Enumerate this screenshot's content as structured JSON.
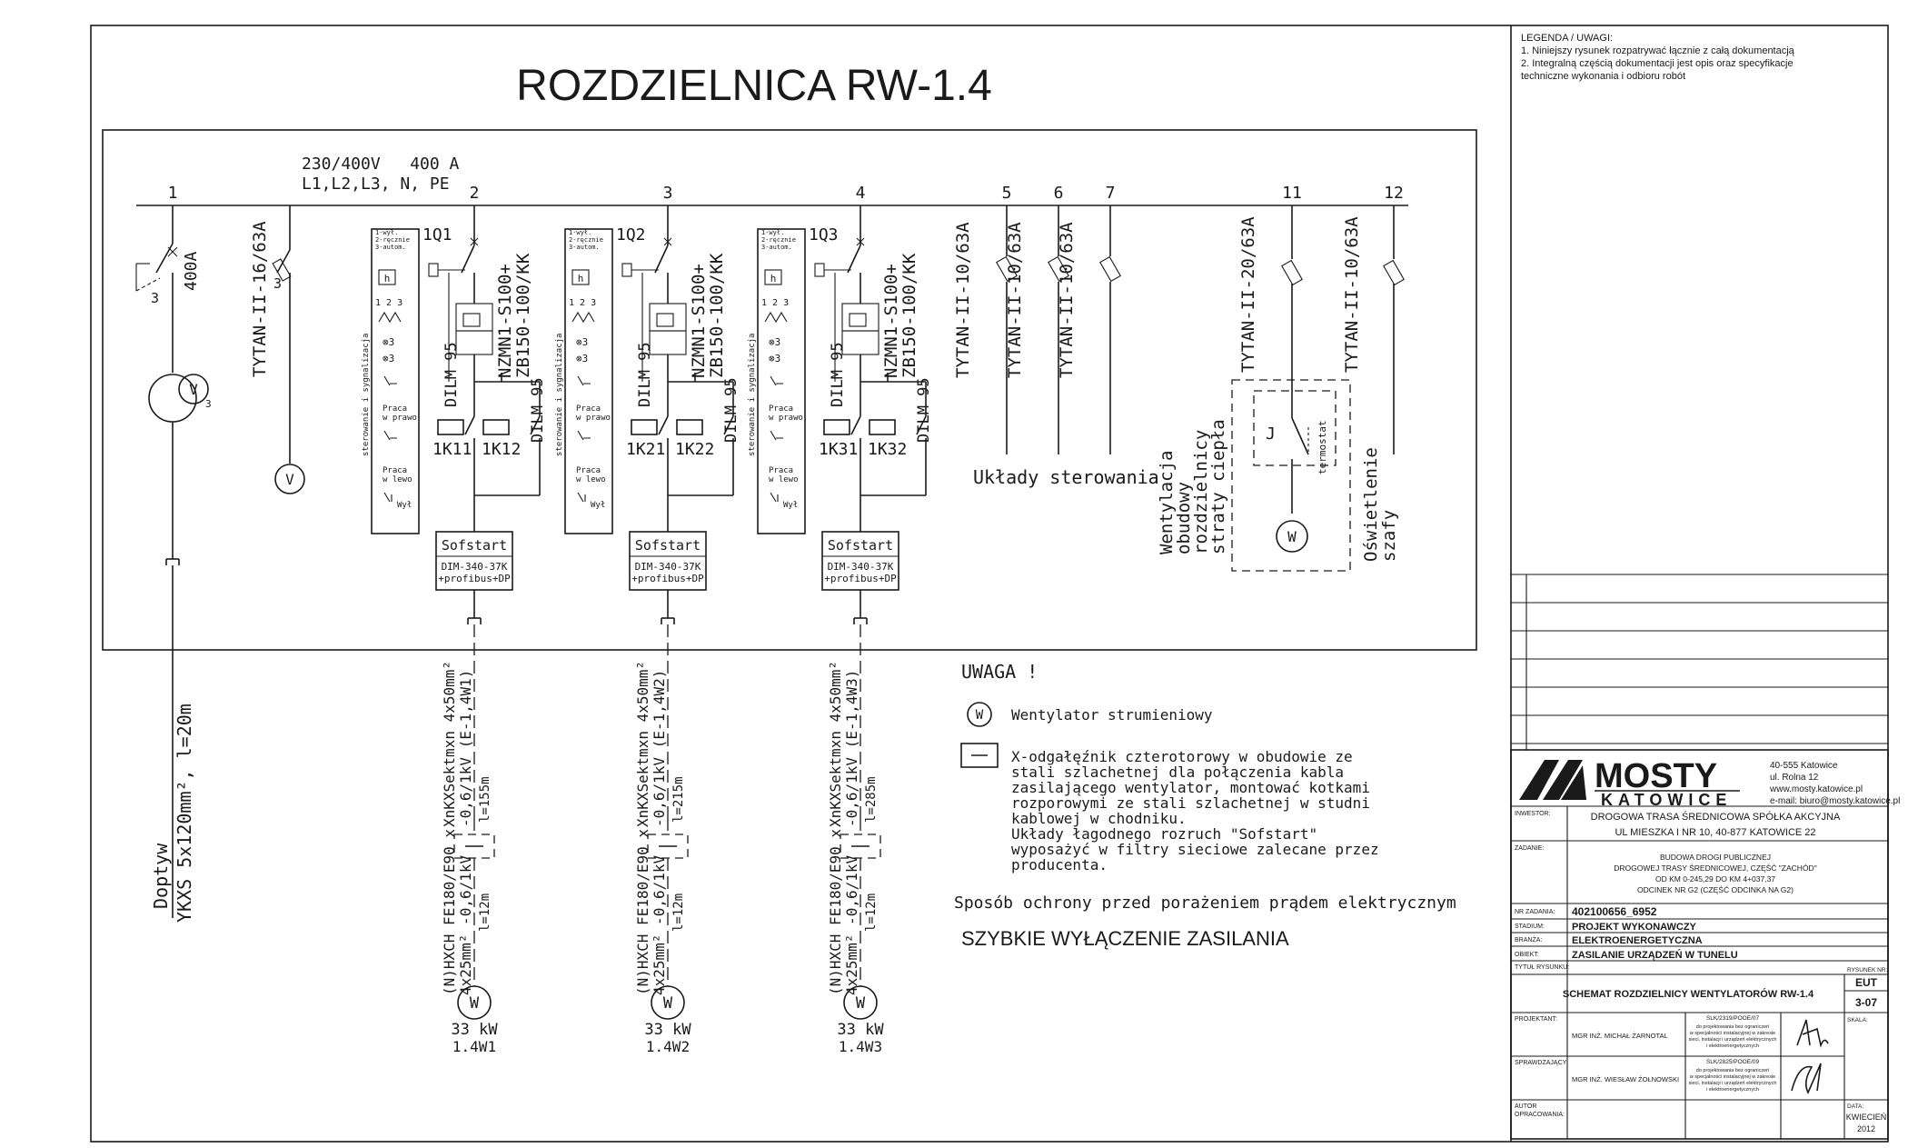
{
  "title": "ROZDZIELNICA RW-1.4",
  "supply": {
    "voltage": "230/400V   400 A",
    "phases": "L1,L2,L3, N, PE"
  },
  "circuit_numbers": [
    "1",
    "2",
    "3",
    "4",
    "5",
    "6",
    "7",
    "11",
    "12"
  ],
  "main_switch": {
    "pole": "3",
    "rating": "400A"
  },
  "voltmeter_breaker": {
    "pole": "3",
    "label": "TYTAN-II-16/63A"
  },
  "meter_symbols": {
    "voltmeter": "V",
    "selector": "V",
    "selector_pos": "3"
  },
  "feed_cable": {
    "name": "Doptyw",
    "spec": "YKXS 5x120mm², l=20m"
  },
  "control_panel": {
    "title": "sterowanie i sygnalizacja",
    "legend": [
      "1-wył.",
      "2-ręcznie",
      "3-autom."
    ],
    "legend_icon": "h",
    "positions": "1 2 3",
    "lamp_a": "⊗3",
    "lamp_b": "⊗3",
    "work_right": [
      "Praca",
      "w prawo"
    ],
    "work_left": [
      "Praca",
      "w lewo"
    ],
    "off": "Wył"
  },
  "motor_feeders": [
    {
      "number": "2",
      "breaker": "1Q1",
      "breaker_type": [
        "NZMN1-S100+",
        "ZB150-100/KK"
      ],
      "contactor_type": "DILM 95",
      "contactor_a": "1K11",
      "contactor_b": "1K12",
      "softstart": "Sofstart",
      "softstart_type": [
        "DIM-340-37K",
        "+profibus+DP"
      ],
      "cable_outer": [
        "XnKXSektmxn 4x50mm²",
        "-0,6/1kV (E-1,4W1)",
        "l=155m"
      ],
      "cable_inner": [
        "(N)HXCH FE180/E90 x",
        "4x25mm² -0,6/1kV",
        "l=12m"
      ],
      "motor_symbol": "W",
      "power": "33 kW",
      "id": "1.4W1"
    },
    {
      "number": "3",
      "breaker": "1Q2",
      "breaker_type": [
        "NZMN1-S100+",
        "ZB150-100/KK"
      ],
      "contactor_type": "DILM 95",
      "contactor_a": "1K21",
      "contactor_b": "1K22",
      "softstart": "Sofstart",
      "softstart_type": [
        "DIM-340-37K",
        "+profibus+DP"
      ],
      "cable_outer": [
        "XnKXSektmxn 4x50mm²",
        "-0,6/1kV (E-1,4W2)",
        "l=215m"
      ],
      "cable_inner": [
        "(N)HXCH FE180/E90 x",
        "4x25mm² -0,6/1kV",
        "l=12m"
      ],
      "motor_symbol": "W",
      "power": "33 kW",
      "id": "1.4W2"
    },
    {
      "number": "4",
      "breaker": "1Q3",
      "breaker_type": [
        "NZMN1-S100+",
        "ZB150-100/KK"
      ],
      "contactor_type": "DILM 95",
      "contactor_a": "1K31",
      "contactor_b": "1K32",
      "softstart": "Sofstart",
      "softstart_type": [
        "DIM-340-37K",
        "+profibus+DP"
      ],
      "cable_outer": [
        "XnKXSektmxn 4x50mm²",
        "-0,6/1kV (E-1,4W3)",
        "l=285m"
      ],
      "cable_inner": [
        "(N)HXCH FE180/E90 x",
        "4x25mm² -0,6/1kV",
        "l=12m"
      ],
      "motor_symbol": "W",
      "power": "33 kW",
      "id": "1.4W3"
    }
  ],
  "control_breakers": [
    "TYTAN-II-10/63A",
    "TYTAN-II-10/63A",
    "TYTAN-II-10/63A"
  ],
  "control_label": "Układy sterowania",
  "ventilation": {
    "breaker": "TYTAN-II-20/63A",
    "label": [
      "Wentylacja",
      "obudowy",
      "rozdzielnicy",
      "straty ciepła"
    ],
    "thermostat": "termostat",
    "relay": "J",
    "fan_symbol": "W"
  },
  "lighting": {
    "breaker": "TYTAN-II-10/63A",
    "label": [
      "Oświetlenie",
      "szafy"
    ]
  },
  "notes": {
    "header": "UWAGA !",
    "fan_symbol": "W",
    "fan_text": "Wentylator strumieniowy",
    "disconnector_text": [
      "X-odgałęźnik czterotorowy w obudowie ze",
      "stali szlachetnej dla połączenia kabla",
      "zasilającego wentylator, montować kotkami",
      "rozporowymi ze stali szlachetnej w studni",
      "kablowej w chodniku.",
      "Układy łagodnego rozruch \"Sofstart\"",
      "wyposażyć w filtry sieciowe zalecane przez",
      "producenta."
    ],
    "protection_label": "Sposób ochrony przed porażeniem prądem elektrycznym",
    "protection_value": "SZYBKIE WYŁĄCZENIE ZASILANIA"
  },
  "legend": {
    "title": "LEGENDA / UWAGI:",
    "lines": [
      "1. Niniejszy rysunek rozpatrywać łącznie z całą dokumentacją",
      "2. Integralną częścią dokumentacji jest opis oraz specyfikacje",
      "techniczne wykonania i odbioru robót"
    ]
  },
  "title_block": {
    "company": "MOSTY",
    "city": "KATOWICE",
    "address": [
      "40-555 Katowice",
      "ul. Rolna 12",
      "www.mosty.katowice.pl",
      "e-mail: biuro@mosty.katowice.pl"
    ],
    "investor_label": "INWESTOR:",
    "investor": [
      "DROGOWA TRASA ŚREDNICOWA SPÓŁKA AKCYJNA",
      "UL MIESZKA I NR 10, 40-877 KATOWICE 22"
    ],
    "task_label": "ZADANIE:",
    "task": [
      "BUDOWA DROGI PUBLICZNEJ",
      "DROGOWEJ TRASY ŚREDNICOWEJ, CZĘŚĆ \"ZACHÓD\"",
      "OD KM 0-245,29 DO KM 4+037,37",
      "ODCINEK NR G2 (CZĘŚĆ ODCINKA NA G2)"
    ],
    "task_no_label": "NR ZADANIA:",
    "task_no": "402100656_6952",
    "stage_label": "STADIUM:",
    "stage": "PROJEKT WYKONAWCZY",
    "branch_label": "BRANŻA:",
    "branch": "ELEKTROENERGETYCZNA",
    "object_label": "OBIEKT:",
    "object": "ZASILANIE URZĄDZEŃ W TUNELU",
    "drawing_title_label": "TYTUŁ RYSUNKU:",
    "drawing_title": "SCHEMAT ROZDZIELNICY WENTYLATORÓW RW-1.4",
    "drawing_no_label": "RYSUNEK NR:",
    "drawing_no": [
      "EUT",
      "3-07"
    ],
    "scale_label": "SKALA:",
    "designer_label": "PROJEKTANT:",
    "designer": "MGR INŻ. MICHAŁ ŻARNOTAL",
    "designer_cert": "SLK/2319/POOE/07",
    "checker_label": "SPRAWDZAJĄCY:",
    "checker": "MGR INŻ. WIESŁAW ŻOŁNOWSKI",
    "checker_cert": "SLK/2825/POOE/09",
    "cert_note": [
      "do projektowania bez ograniczeń",
      "w specjalności instalacyjnej w zakresie",
      "sieci, instalacji i urządzeń elektrycznych",
      "i elektroenergetycznych"
    ],
    "author_label": [
      "AUTOR",
      "OPRACOWANIA:"
    ],
    "date_label": "DATA:",
    "date": [
      "KWIECIEŃ",
      "2012"
    ]
  }
}
